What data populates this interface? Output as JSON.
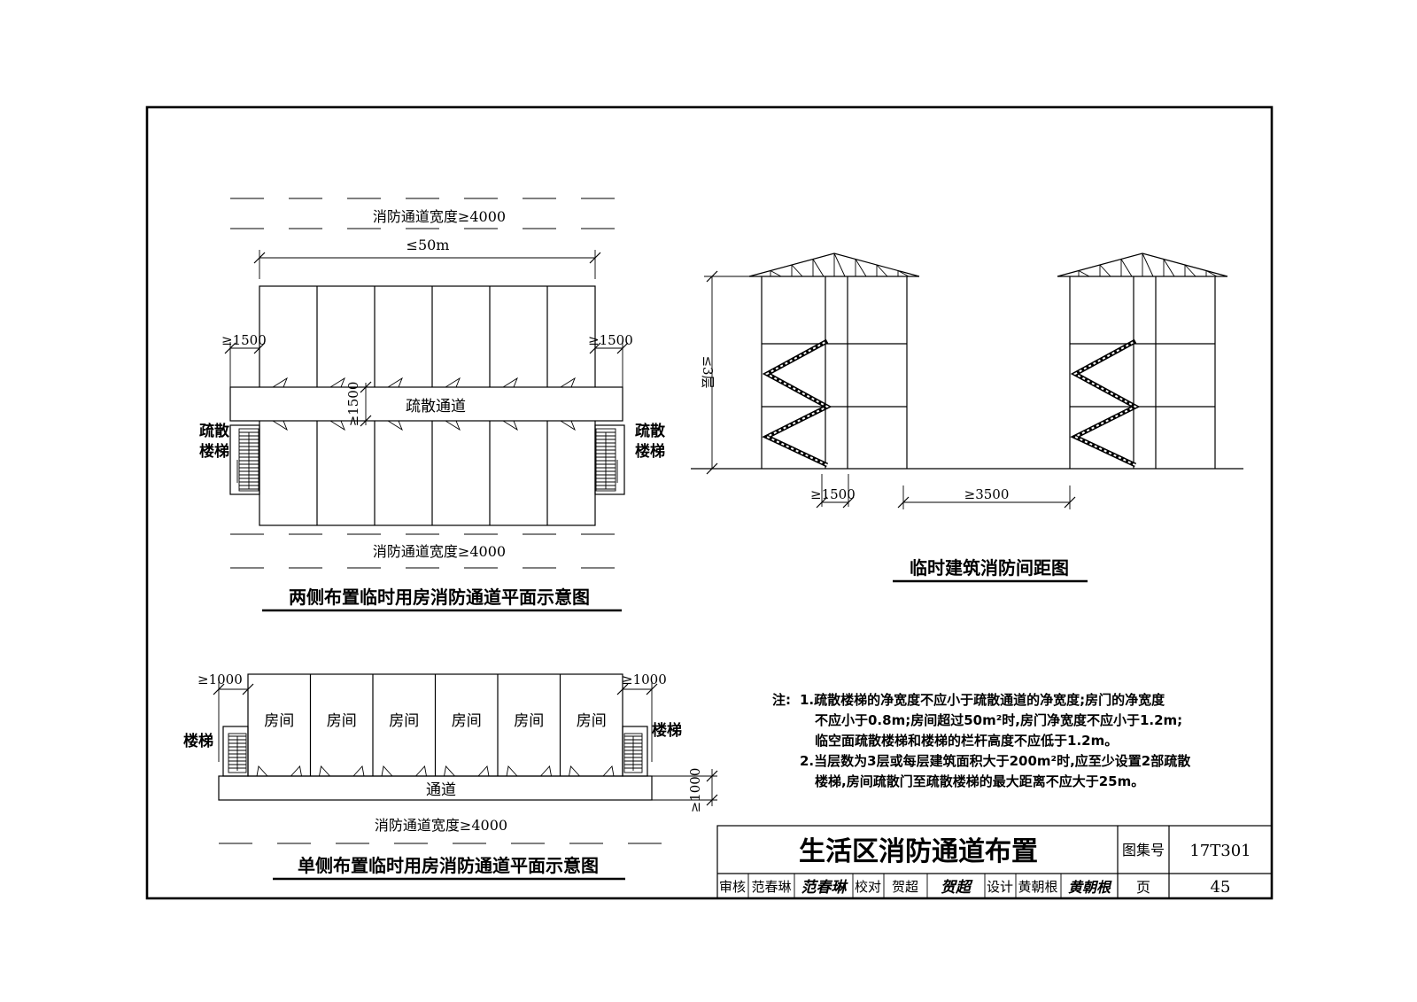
{
  "plan_two_side": {
    "caption": "两侧布置临时用房消防通道平面示意图",
    "road_top": "消防通道宽度≥4000",
    "road_bottom": "消防通道宽度≥4000",
    "length_dim": "≤50m",
    "left_gap_dim": "≥1500",
    "right_gap_dim": "≥1500",
    "corridor_width_dim": "≥1500",
    "corridor_label": "疏散通道",
    "left_stair_label": [
      "疏散",
      "楼梯"
    ],
    "right_stair_label": [
      "疏散",
      "楼梯"
    ]
  },
  "spacing_diagram": {
    "caption": "临时建筑消防间距图",
    "height_dim": "≤3层",
    "stair_width_dim": "≥1500",
    "spacing_dim": "≥3500"
  },
  "plan_one_side": {
    "caption": "单侧布置临时用房消防通道平面示意图",
    "room_label": "房间",
    "room_count": 6,
    "left_gap_dim": "≥1000",
    "right_gap_dim": "≥1000",
    "corridor_width_dim": "≥1000",
    "corridor_label": "通道",
    "road_label": "消防通道宽度≥4000",
    "left_stair_label": "楼梯",
    "right_stair_label": "楼梯"
  },
  "notes": {
    "prefix": "注:",
    "lines": [
      "1.疏散楼梯的净宽度不应小于疏散通道的净宽度;房门的净宽度",
      "不应小于0.8m;房间超过50m²时,房门净宽度不应小于1.2m;",
      "临空面疏散楼梯和楼梯的栏杆高度不应低于1.2m。",
      "2.当层数为3层或每层建筑面积大于200m²时,应至少设置2部疏散",
      "楼梯,房间疏散门至疏散楼梯的最大距离不应大于25m。"
    ]
  },
  "title_block": {
    "title": "生活区消防通道布置",
    "atlas_label": "图集号",
    "atlas_no": "17T301",
    "page_label": "页",
    "page_no": "45",
    "review_label": "审核",
    "reviewer": "范春琳",
    "reviewer_sig": "范春琳",
    "check_label": "校对",
    "checker": "贺超",
    "checker_sig": "贺超",
    "design_label": "设计",
    "designer": "黄朝根",
    "designer_sig": "黄朝根"
  }
}
